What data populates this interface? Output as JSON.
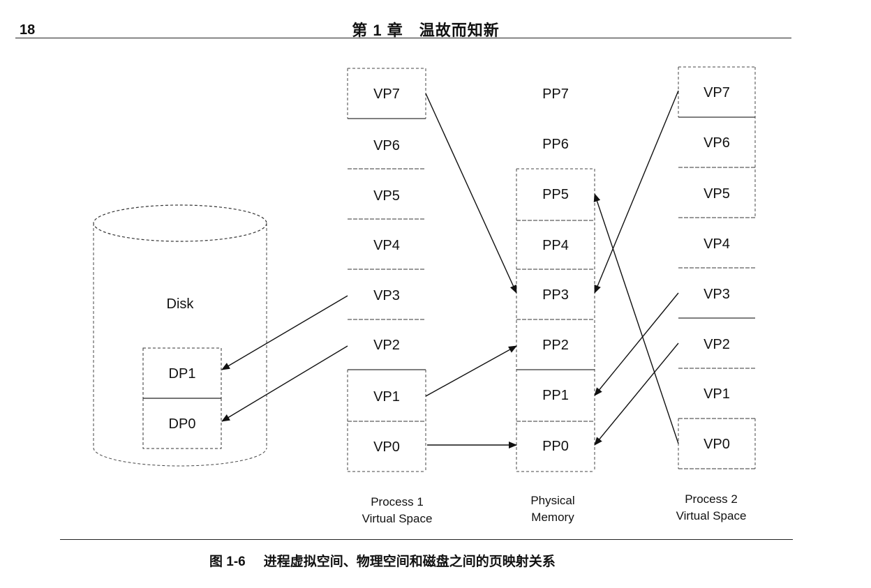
{
  "header": {
    "page_number": "18",
    "chapter_title": "第 1 章　温故而知新"
  },
  "diagram": {
    "disk": {
      "label": "Disk",
      "pages": [
        "DP1",
        "DP0"
      ]
    },
    "process1": {
      "label_line1": "Process 1",
      "label_line2": "Virtual Space",
      "pages": [
        "VP7",
        "VP6",
        "VP5",
        "VP4",
        "VP3",
        "VP2",
        "VP1",
        "VP0"
      ]
    },
    "physical": {
      "label_line1": "Physical",
      "label_line2": "Memory",
      "pages": [
        "PP7",
        "PP6",
        "PP5",
        "PP4",
        "PP3",
        "PP2",
        "PP1",
        "PP0"
      ]
    },
    "process2": {
      "label_line1": "Process 2",
      "label_line2": "Virtual Space",
      "pages": [
        "VP7",
        "VP6",
        "VP5",
        "VP4",
        "VP3",
        "VP2",
        "VP1",
        "VP0"
      ]
    },
    "mappings": [
      {
        "from": "P1-VP7",
        "to": "PP3"
      },
      {
        "from": "P1-VP3",
        "to": "DP1"
      },
      {
        "from": "P1-VP2",
        "to": "DP0"
      },
      {
        "from": "P1-VP1",
        "to": "PP2"
      },
      {
        "from": "P1-VP0",
        "to": "PP0"
      },
      {
        "from": "P2-VP7",
        "to": "PP3"
      },
      {
        "from": "P2-VP3",
        "to": "PP1"
      },
      {
        "from": "P2-VP2",
        "to": "PP0"
      },
      {
        "from": "P2-VP0",
        "to": "PP5"
      }
    ]
  },
  "caption": {
    "number": "图 1-6",
    "text": "进程虚拟空间、物理空间和磁盘之间的页映射关系"
  }
}
